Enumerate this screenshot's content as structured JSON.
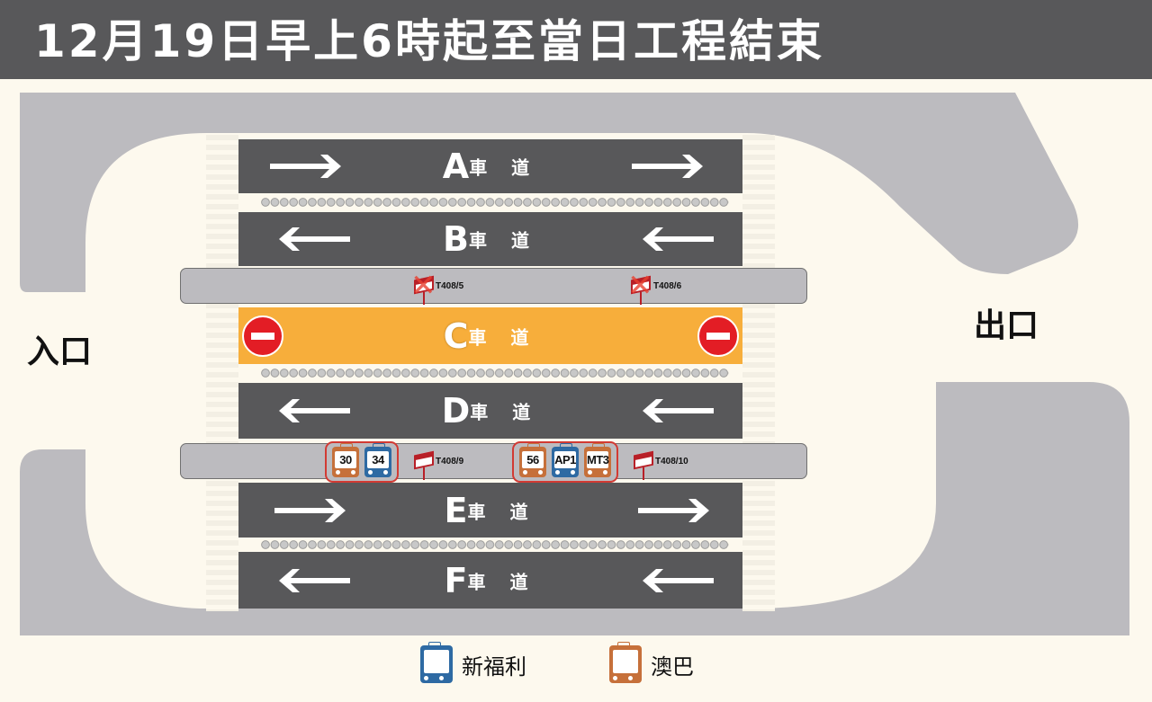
{
  "title": "12月19日早上6時起至當日工程結束",
  "places": {
    "entrance": "入口",
    "exit": "出口"
  },
  "lanes": [
    {
      "letter": "A",
      "suffix": "車 道",
      "direction": "right"
    },
    {
      "letter": "B",
      "suffix": "車 道",
      "direction": "left"
    },
    {
      "letter": "C",
      "suffix": "車 道",
      "status": "closed",
      "color": "#f7ae3b"
    },
    {
      "letter": "D",
      "suffix": "車 道",
      "direction": "left"
    },
    {
      "letter": "E",
      "suffix": "車 道",
      "direction": "right"
    },
    {
      "letter": "F",
      "suffix": "車 道",
      "direction": "left"
    }
  ],
  "stops": {
    "cancelled": [
      "T408/5",
      "T408/6"
    ],
    "active": [
      {
        "code": "T408/9",
        "routes": [
          {
            "no": "30",
            "operator": "macau"
          },
          {
            "no": "34",
            "operator": "newera"
          }
        ]
      },
      {
        "code": "T408/10",
        "routes": [
          {
            "no": "56",
            "operator": "macau"
          },
          {
            "no": "AP1",
            "operator": "newera"
          },
          {
            "no": "MT3",
            "operator": "macau"
          }
        ]
      }
    ]
  },
  "legend": [
    {
      "label": "新福利",
      "color": "#2e6aa3",
      "icon": "bus-icon"
    },
    {
      "label": "澳巴",
      "color": "#c6703a",
      "icon": "bus-icon"
    }
  ]
}
